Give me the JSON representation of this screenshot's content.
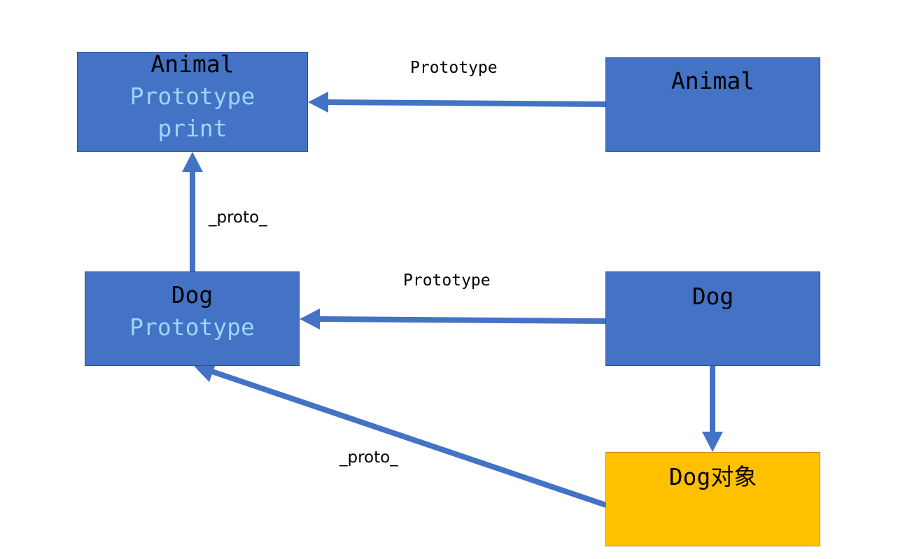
{
  "nodes": {
    "animal_prototype": {
      "title": "Animal",
      "line2": "Prototype",
      "line3": "print"
    },
    "animal_constructor": {
      "title": "Animal"
    },
    "dog_prototype": {
      "title": "Dog",
      "line2": "Prototype"
    },
    "dog_constructor": {
      "title": "Dog"
    },
    "dog_object": {
      "title": "Dog对象"
    }
  },
  "edges": {
    "animal_prototype_link": {
      "label": "Prototype"
    },
    "dog_prototype_link": {
      "label": "Prototype"
    },
    "dog_proto_link": {
      "label": "_proto_"
    },
    "object_proto_link": {
      "label": "_proto_"
    }
  },
  "colors": {
    "node_fill": "#4472c4",
    "node_border": "#2f528f",
    "object_fill": "#ffc000",
    "arrow": "#4472c4",
    "highlight_text": "#9dd5ff"
  }
}
